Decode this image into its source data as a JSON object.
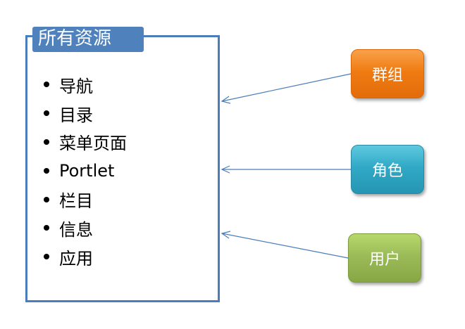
{
  "resources": {
    "title": "所有资源",
    "items": [
      "导航",
      "目录",
      "菜单页面",
      "Portlet",
      "栏目",
      "信息",
      "应用"
    ]
  },
  "nodes": {
    "group": "群组",
    "role": "角色",
    "user": "用户"
  },
  "colors": {
    "box_border": "#4a7ebb",
    "title_fill": "#4f81bd",
    "group_fill": "#f07b12",
    "role_fill": "#31a9c6",
    "user_fill": "#9bbb59",
    "arrow": "#4a7ebb"
  }
}
